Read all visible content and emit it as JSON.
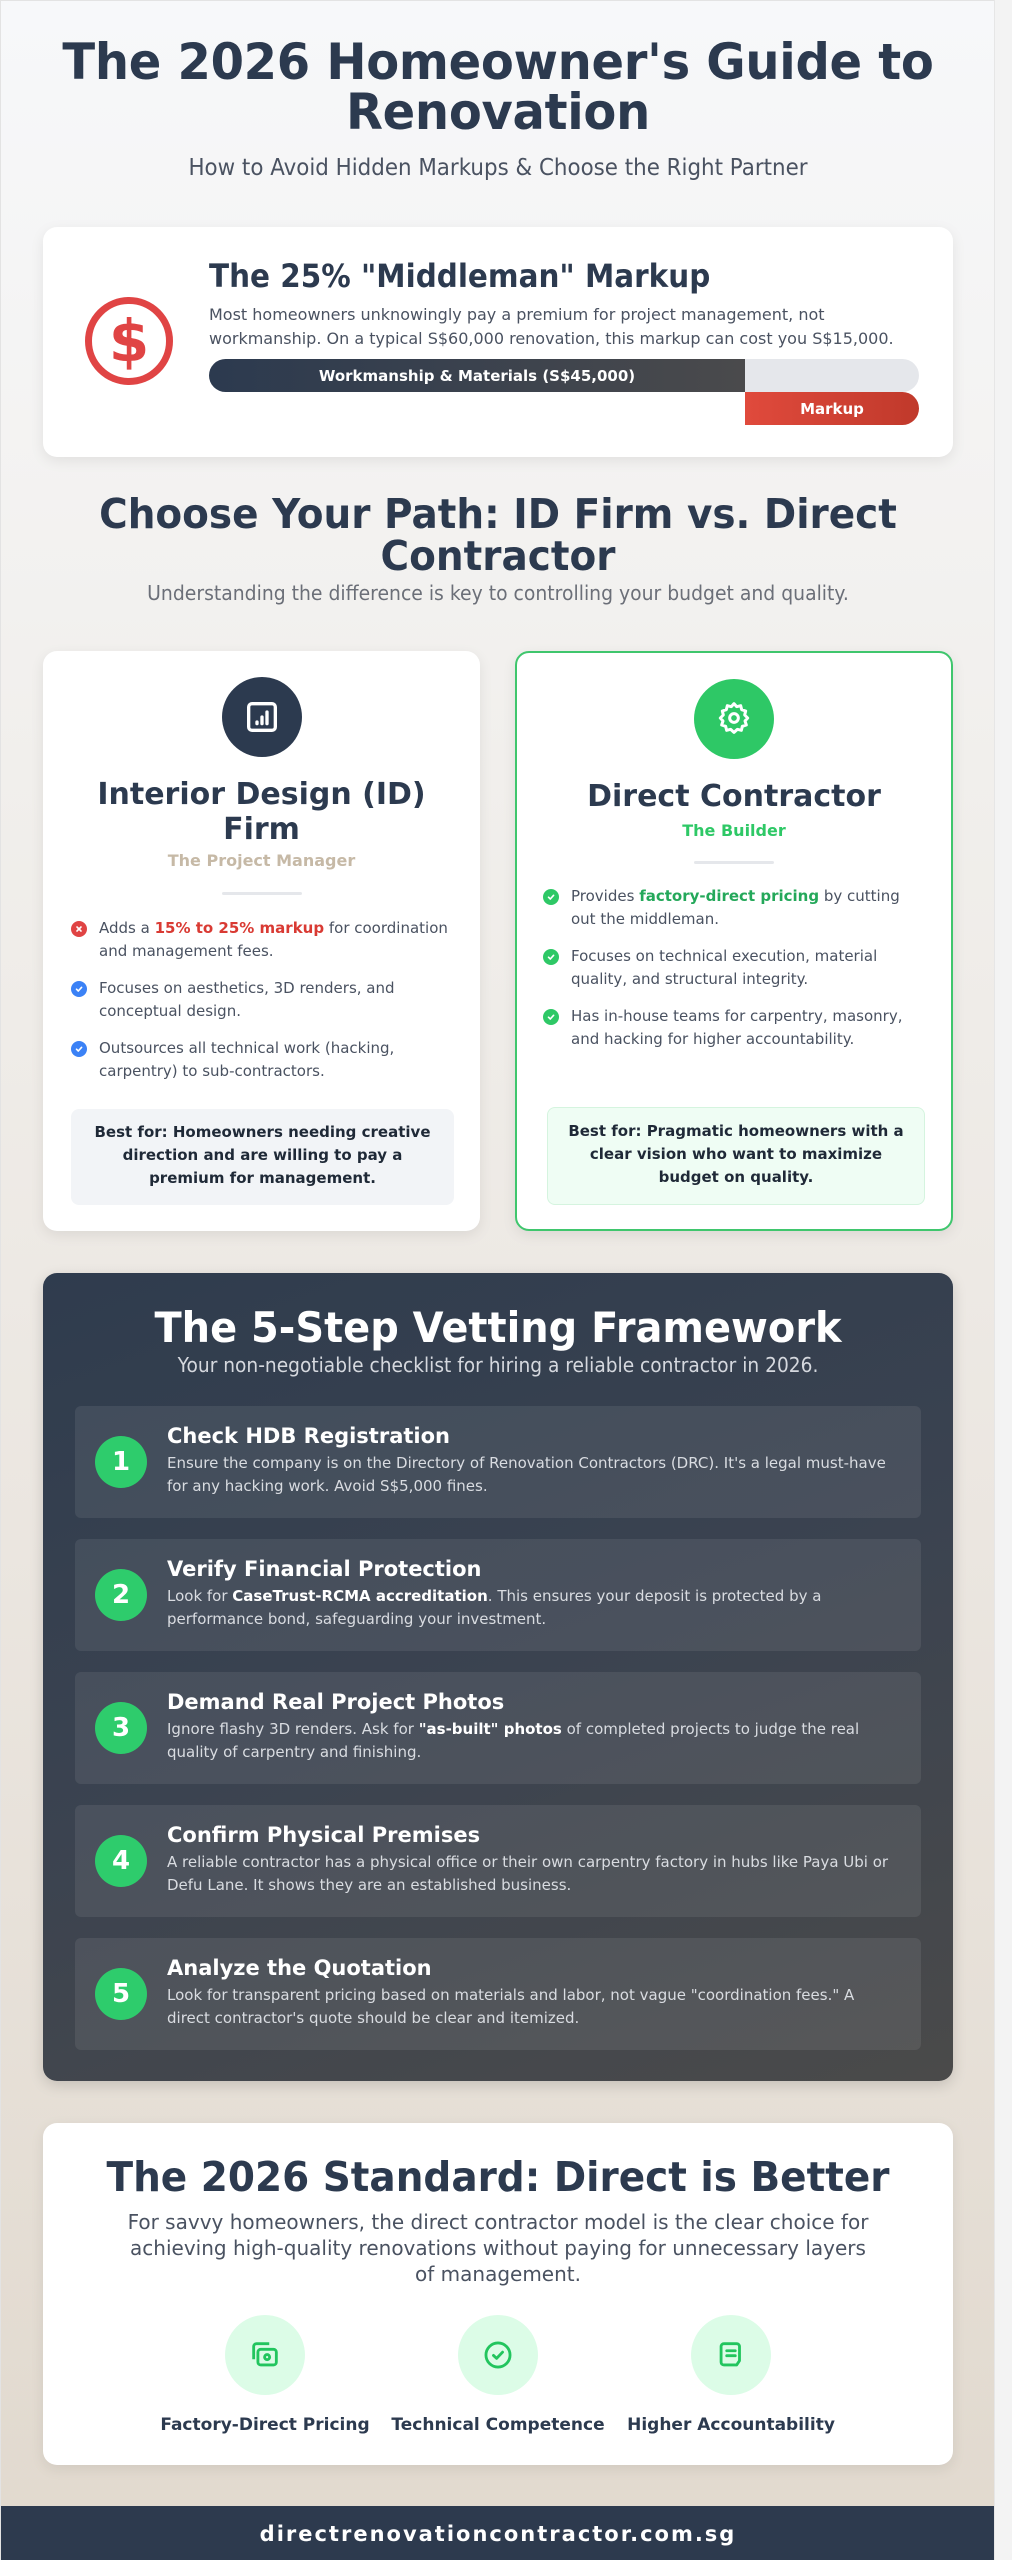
{
  "hero": {
    "title": "The 2026 Homeowner's Guide to Renovation",
    "subtitle": "How to Avoid Hidden Markups & Choose the Right Partner"
  },
  "markup": {
    "icon": "dollar-circle-icon",
    "title": "The 25% \"Middleman\" Markup",
    "description": "Most homeowners unknowingly pay a premium for project management, not workmanship. On a typical S$60,000 renovation, this markup can cost you S$15,000.",
    "bar": {
      "main_label": "Workmanship & Materials (S$45,000)",
      "main_share_pct": 75,
      "markup_label": "Markup",
      "markup_share_pct": 25
    },
    "colors": {
      "main": "#2c3a4f",
      "markup": "#d93a33",
      "icon": "#e04444"
    }
  },
  "path": {
    "title": "Choose Your Path: ID Firm vs. Direct Contractor",
    "subtitle": "Understanding the difference is key to controlling your budget and quality.",
    "cards": [
      {
        "icon": "bar-chart-icon",
        "title": "Interior Design (ID) Firm",
        "tagline": "The Project Manager",
        "features": [
          {
            "icon": "x-circle-icon",
            "prefix": "Adds a ",
            "highlight": "15% to 25% markup",
            "suffix": " for coordination and management fees."
          },
          {
            "icon": "check-circle-icon",
            "prefix": "Focuses on aesthetics, 3D renders, and conceptual design.",
            "highlight": "",
            "suffix": ""
          },
          {
            "icon": "check-circle-icon",
            "prefix": "Outsources all technical work (hacking, carpentry) to sub-contractors.",
            "highlight": "",
            "suffix": ""
          }
        ],
        "best_for": "Best for: Homeowners needing creative direction and are willing to pay a premium for management."
      },
      {
        "icon": "gear-icon",
        "title": "Direct Contractor",
        "tagline": "The Builder",
        "features": [
          {
            "icon": "check-circle-icon",
            "prefix": "Provides ",
            "highlight": "factory-direct pricing",
            "suffix": " by cutting out the middleman."
          },
          {
            "icon": "check-circle-icon",
            "prefix": "Focuses on technical execution, material quality, and structural integrity.",
            "highlight": "",
            "suffix": ""
          },
          {
            "icon": "check-circle-icon",
            "prefix": "Has in-house teams for carpentry, masonry, and hacking for higher accountability.",
            "highlight": "",
            "suffix": ""
          }
        ],
        "best_for": "Best for: Pragmatic homeowners with a clear vision who want to maximize budget on quality."
      }
    ]
  },
  "framework": {
    "title": "The 5-Step Vetting Framework",
    "subtitle": "Your non-negotiable checklist for hiring a reliable contractor in 2026.",
    "steps": [
      {
        "number": "1",
        "title": "Check HDB Registration",
        "prefix": "Ensure the company is on the Directory of Renovation Contractors (DRC). It's a legal must-have for any hacking work. Avoid S$5,000 fines.",
        "bold": "",
        "suffix": ""
      },
      {
        "number": "2",
        "title": "Verify Financial Protection",
        "prefix": "Look for ",
        "bold": "CaseTrust-RCMA accreditation",
        "suffix": ". This ensures your deposit is protected by a performance bond, safeguarding your investment."
      },
      {
        "number": "3",
        "title": "Demand Real Project Photos",
        "prefix": "Ignore flashy 3D renders. Ask for ",
        "bold": "\"as-built\" photos",
        "suffix": " of completed projects to judge the real quality of carpentry and finishing."
      },
      {
        "number": "4",
        "title": "Confirm Physical Premises",
        "prefix": "A reliable contractor has a physical office or their own carpentry factory in hubs like Paya Ubi or Defu Lane. It shows they are an established business.",
        "bold": "",
        "suffix": ""
      },
      {
        "number": "5",
        "title": "Analyze the Quotation",
        "prefix": "Look for transparent pricing based on materials and labor, not vague \"coordination fees.\" A direct contractor's quote should be clear and itemized.",
        "bold": "",
        "suffix": ""
      }
    ]
  },
  "standard": {
    "title": "The 2026 Standard: Direct is Better",
    "description": "For savvy homeowners, the direct contractor model is the clear choice for achieving high-quality renovations without paying for unnecessary layers of management.",
    "benefits": [
      {
        "icon": "money-icon",
        "label": "Factory-Direct Pricing"
      },
      {
        "icon": "check-circle-icon",
        "label": "Technical Competence"
      },
      {
        "icon": "document-icon",
        "label": "Higher Accountability"
      }
    ]
  },
  "footer": {
    "domain": "directrenovationcontractor.com.sg"
  },
  "colors": {
    "navy": "#2c3a4f",
    "green": "#2ec866",
    "red": "#d93a33",
    "blue": "#3b82f6",
    "tan": "#c6b9a6"
  }
}
